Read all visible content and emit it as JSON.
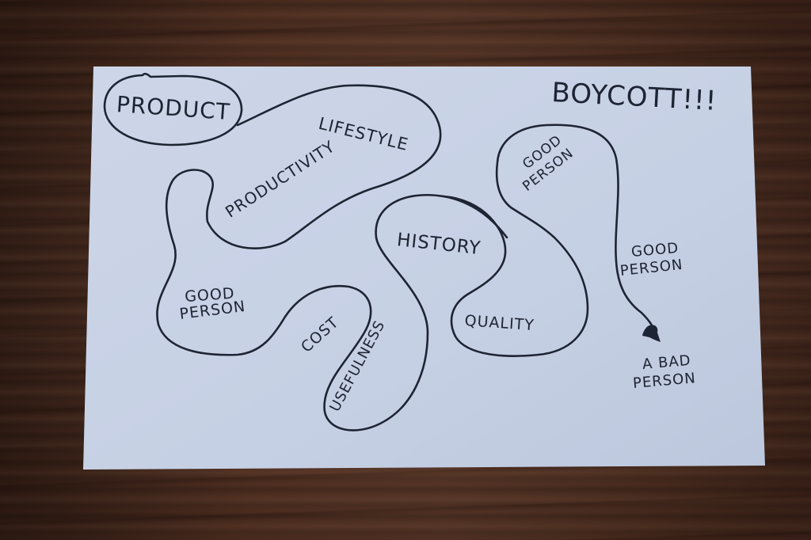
{
  "scene": {
    "description": "Handwritten index card on a wooden table",
    "colors": {
      "card": "#c9d3e6",
      "ink": "#1d2433",
      "wood_dark": "#3b2218",
      "wood_mid": "#5a3424"
    }
  },
  "card": {
    "title": "BOYCOTT!!!",
    "bubbles": [
      {
        "id": "product",
        "labels": [
          "PRODUCT"
        ]
      },
      {
        "id": "lifestyle-productivity-goodperson",
        "labels": [
          "LIFESTYLE",
          "PRODUCTIVITY",
          "GOOD PERSON"
        ]
      },
      {
        "id": "cost-usefulness",
        "labels": [
          "COST",
          "USEFULNESS"
        ]
      },
      {
        "id": "history-quality",
        "labels": [
          "HISTORY",
          "QUALITY"
        ]
      },
      {
        "id": "good-person-arrow",
        "labels": [
          "GOOD PERSON"
        ]
      }
    ],
    "text": {
      "product": "PRODUCT",
      "lifestyle": "LIFESTYLE",
      "productivity": "PRODUCTIVITY",
      "good_person_left_1": "GOOD",
      "good_person_left_2": "PERSON",
      "cost": "COST",
      "usefulness": "USEFULNESS",
      "history": "HISTORY",
      "quality": "QUALITY",
      "good_person_top_1": "GOOD",
      "good_person_top_2": "PERSON",
      "good_person_side_1": "GOOD",
      "good_person_side_2": "PERSON",
      "bad_person_1": "A BAD",
      "bad_person_2": "PERSON"
    }
  }
}
